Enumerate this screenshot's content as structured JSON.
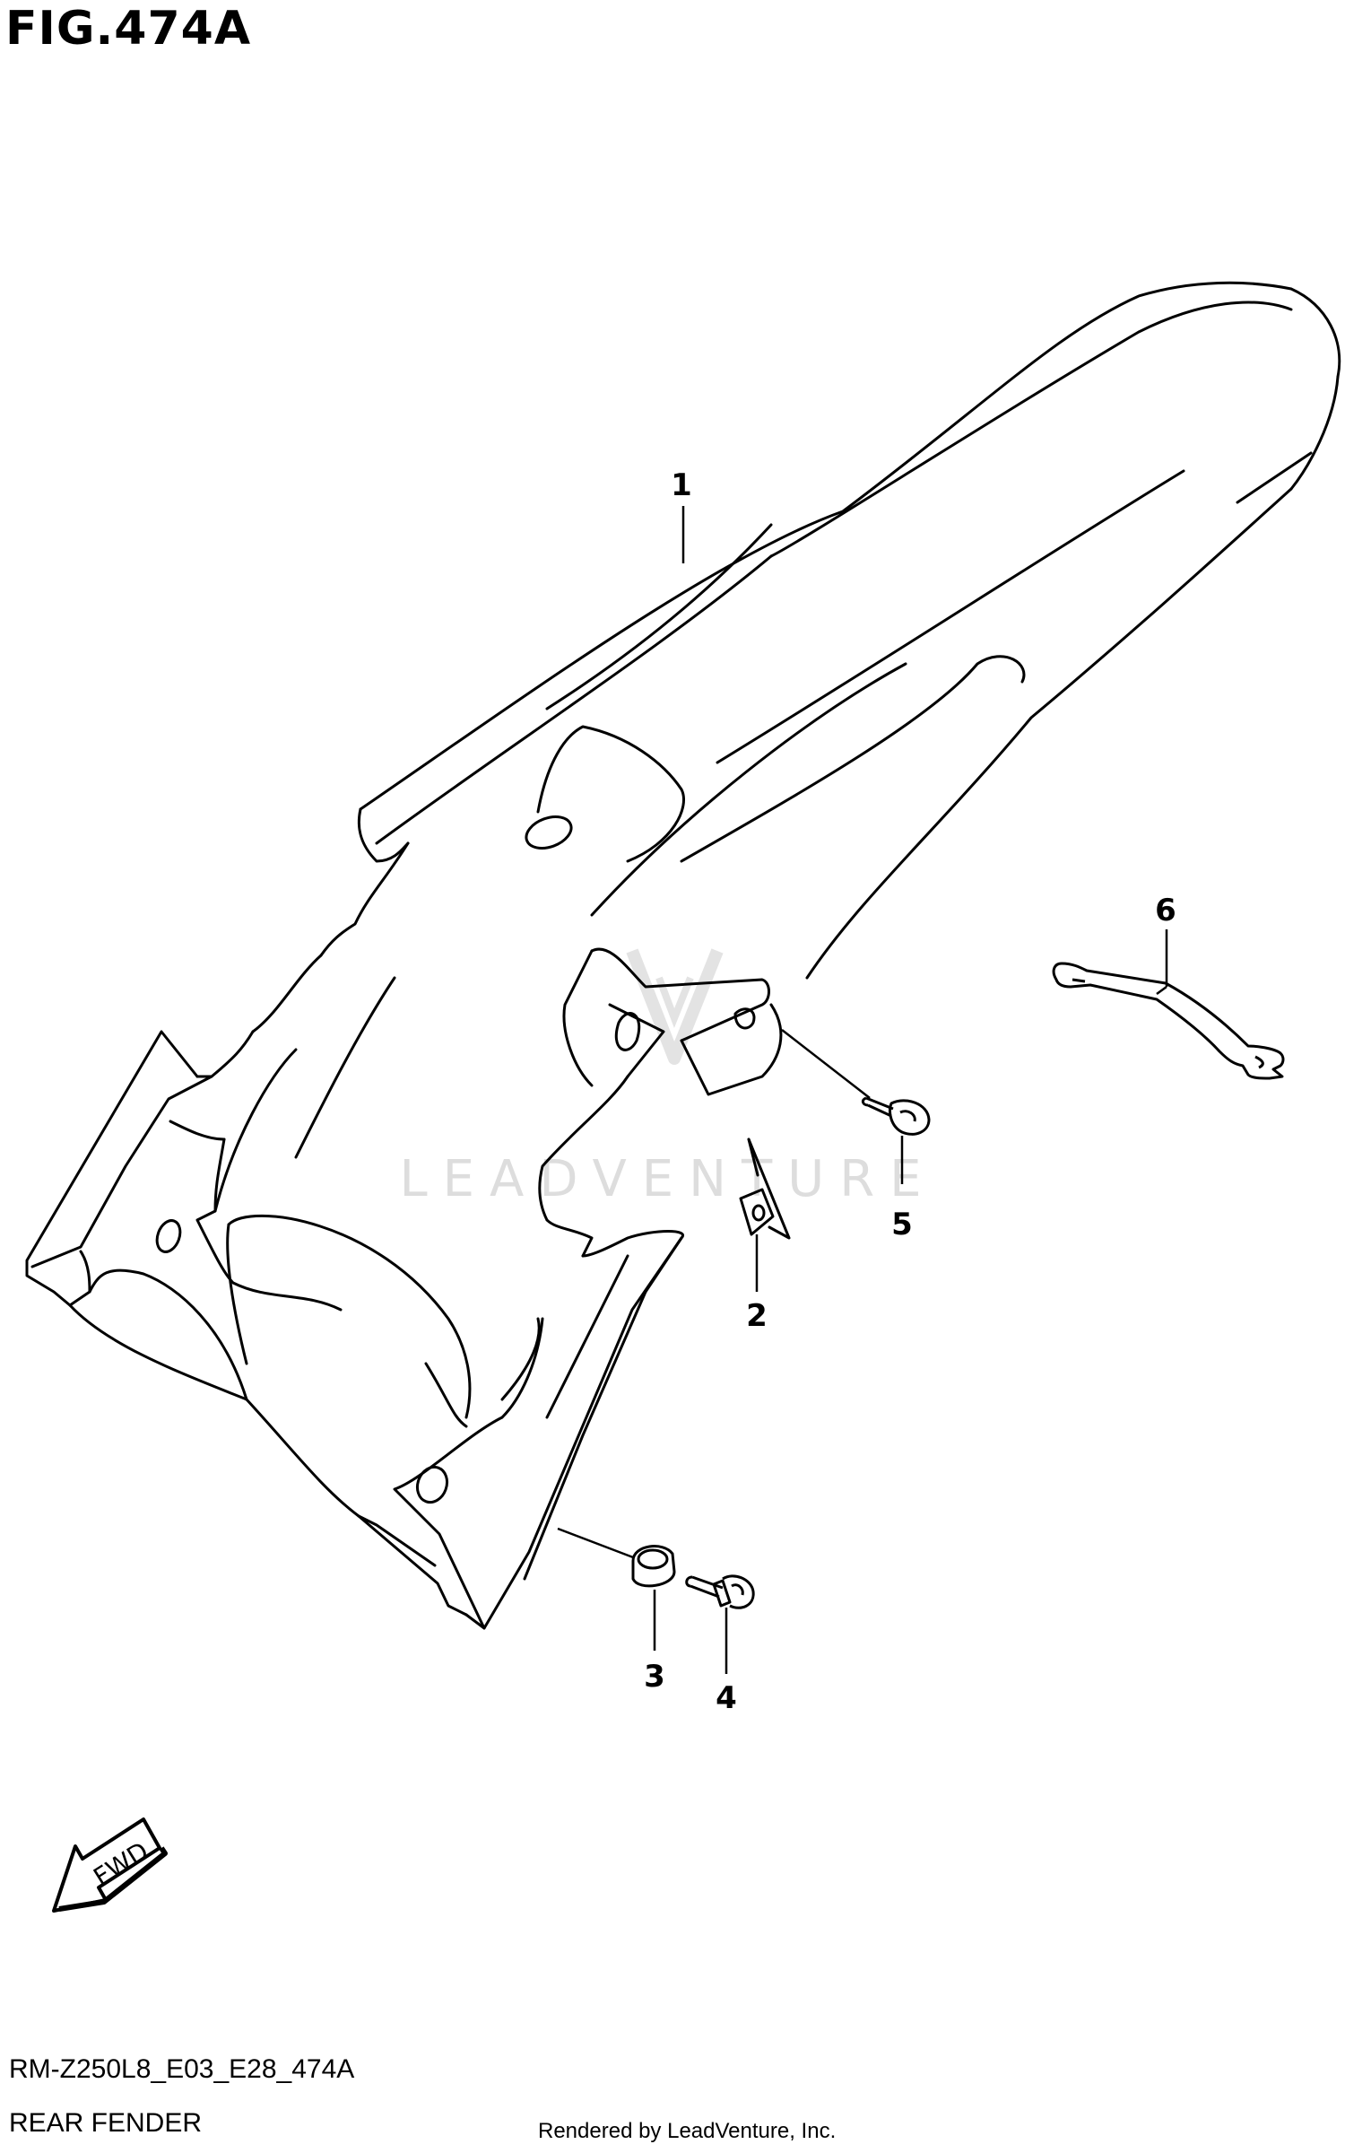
{
  "figure": {
    "title": "FIG.474A",
    "model_code": "RM-Z250L8_E03_E28_474A",
    "section_name": "REAR FENDER"
  },
  "callouts": [
    {
      "number": "1",
      "part": "rear fender"
    },
    {
      "number": "2",
      "part": "nut"
    },
    {
      "number": "3",
      "part": "washer"
    },
    {
      "number": "4",
      "part": "bolt"
    },
    {
      "number": "5",
      "part": "bolt"
    },
    {
      "number": "6",
      "part": "clamp"
    }
  ],
  "direction_indicator": {
    "label": "FWD"
  },
  "watermark": {
    "text": "LEADVENTURE"
  },
  "credit": "Rendered by LeadVenture, Inc.",
  "colors": {
    "line": "#000000",
    "background": "#ffffff",
    "watermark": "#d9d9d9"
  }
}
